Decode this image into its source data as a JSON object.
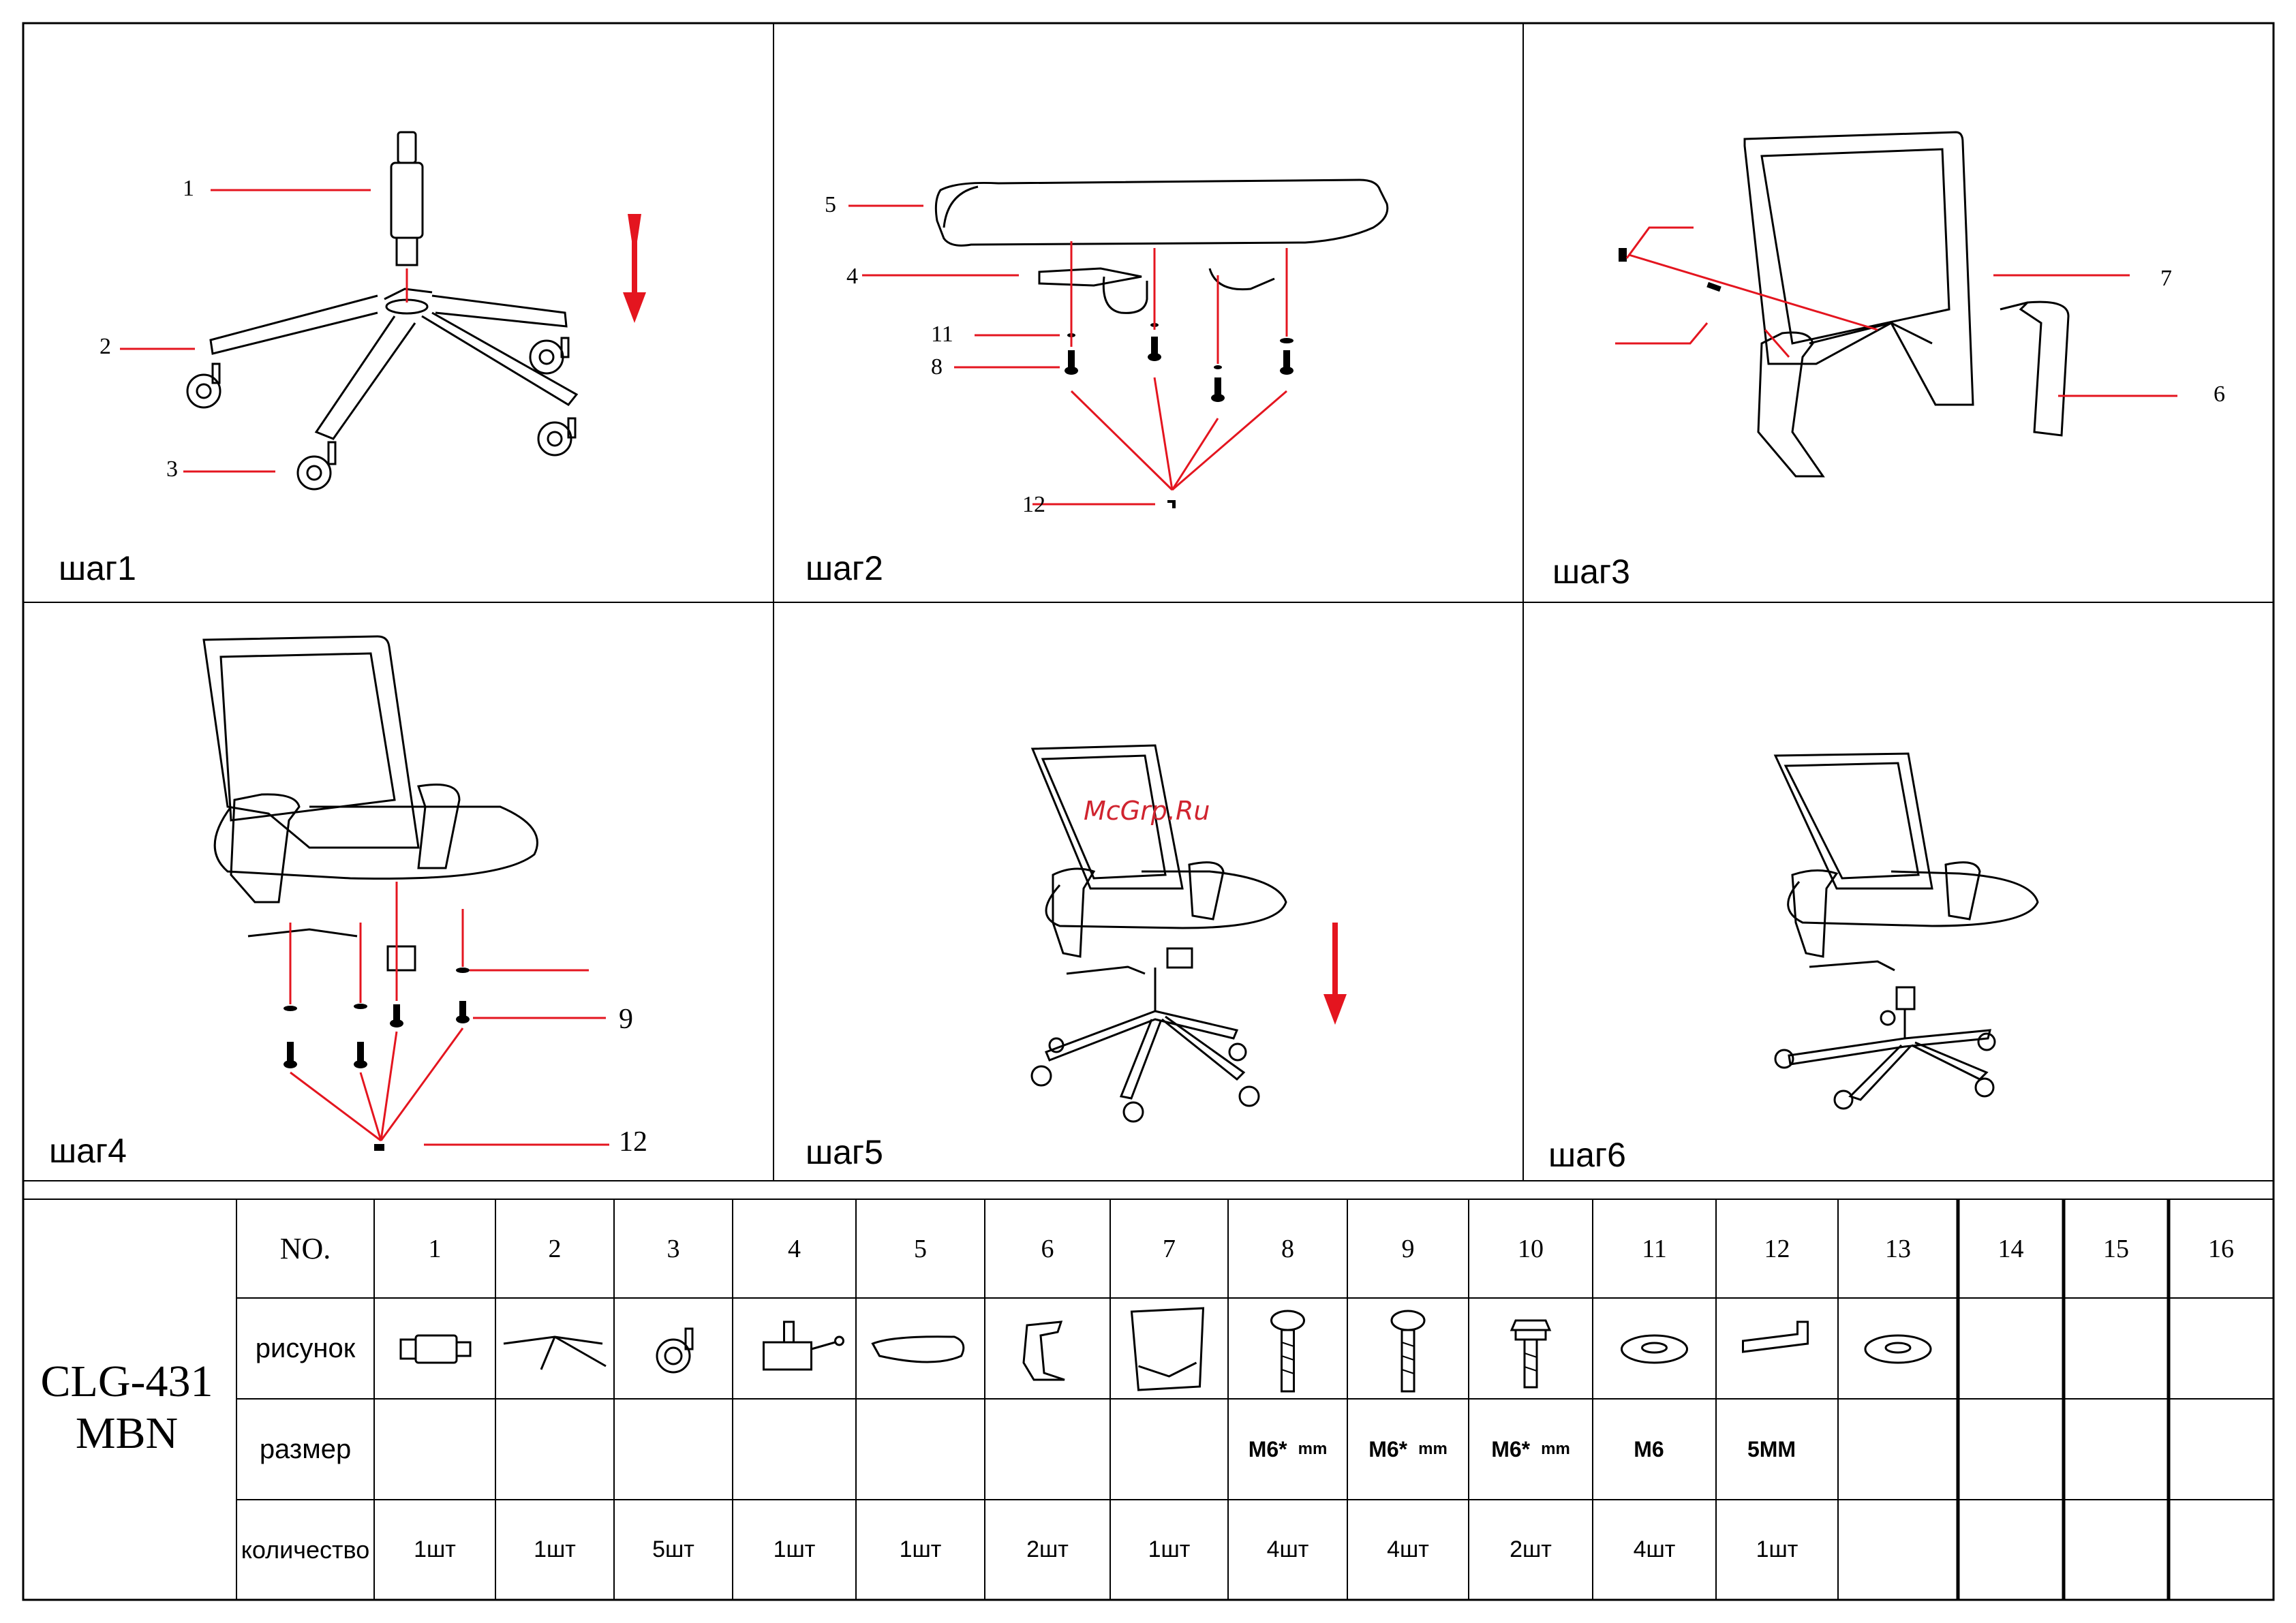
{
  "watermark": "McGrp.Ru",
  "steps": [
    {
      "label": "шаг1"
    },
    {
      "label": "шаг2"
    },
    {
      "label": "шаг3"
    },
    {
      "label": "шаг4"
    },
    {
      "label": "шаг5"
    },
    {
      "label": "шаг6"
    }
  ],
  "callouts": {
    "s1": [
      "1",
      "2",
      "3"
    ],
    "s2": [
      "5",
      "4",
      "11",
      "8",
      "12"
    ],
    "s3": [
      "7",
      "6"
    ],
    "s4": [
      "9",
      "12"
    ]
  },
  "accent_color": "#e4151f",
  "table": {
    "model": "CLG-431\nMBN",
    "header_no": "NO.",
    "row_picture": "рисунок",
    "row_size": "размер",
    "row_qty": "количество",
    "columns": [
      "1",
      "2",
      "3",
      "4",
      "5",
      "6",
      "7",
      "8",
      "9",
      "10",
      "11",
      "12",
      "13",
      "14",
      "15",
      "16"
    ],
    "icons": [
      "gas-lift-icon",
      "star-base-icon",
      "caster-icon",
      "mechanism-icon",
      "seat-icon",
      "armrest-icon",
      "backrest-icon",
      "bolt-icon",
      "bolt-icon",
      "hex-bolt-icon",
      "washer-icon",
      "hex-key-icon",
      "washer-icon",
      "",
      "",
      ""
    ],
    "sizes": [
      {
        "main": "",
        "unit": ""
      },
      {
        "main": "",
        "unit": ""
      },
      {
        "main": "",
        "unit": ""
      },
      {
        "main": "",
        "unit": ""
      },
      {
        "main": "",
        "unit": ""
      },
      {
        "main": "",
        "unit": ""
      },
      {
        "main": "",
        "unit": ""
      },
      {
        "main": "M6*",
        "unit": "mm"
      },
      {
        "main": "M6*",
        "unit": "mm"
      },
      {
        "main": "M6*",
        "unit": "mm"
      },
      {
        "main": "M6",
        "unit": ""
      },
      {
        "main": "5MM",
        "unit": ""
      },
      {
        "main": "",
        "unit": ""
      },
      {
        "main": "",
        "unit": ""
      },
      {
        "main": "",
        "unit": ""
      },
      {
        "main": "",
        "unit": ""
      }
    ],
    "quantities": [
      "1шт",
      "1шт",
      "5шт",
      "1шт",
      "1шт",
      "2шт",
      "1шт",
      "4шт",
      "4шт",
      "2шт",
      "4шт",
      "1шт",
      "",
      "",
      "",
      ""
    ]
  }
}
